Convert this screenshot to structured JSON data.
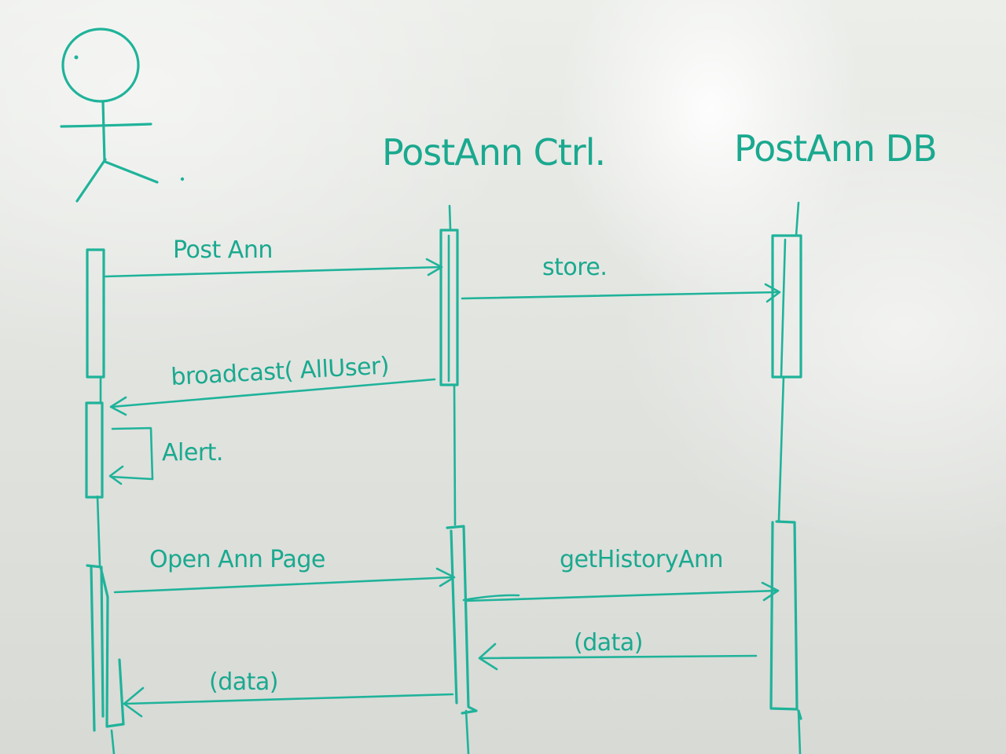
{
  "diagram": {
    "type": "uml-sequence-diagram",
    "colors": {
      "ink": "#1fb39a",
      "board": "#e6e8e4"
    },
    "participants": [
      {
        "id": "user",
        "label": "",
        "icon": "stick-figure-icon"
      },
      {
        "id": "ctrl",
        "label": "PostAnn Ctrl."
      },
      {
        "id": "db",
        "label": "PostAnn DB"
      }
    ],
    "messages": [
      {
        "id": "post-ann",
        "from": "user",
        "to": "ctrl",
        "label": "Post Ann"
      },
      {
        "id": "store",
        "from": "ctrl",
        "to": "db",
        "label": "store."
      },
      {
        "id": "broadcast",
        "from": "ctrl",
        "to": "user",
        "label": "broadcast( AllUser)"
      },
      {
        "id": "alert",
        "from": "user",
        "to": "user",
        "label": "Alert."
      },
      {
        "id": "open-ann-page",
        "from": "user",
        "to": "ctrl",
        "label": "Open Ann Page"
      },
      {
        "id": "get-history",
        "from": "ctrl",
        "to": "db",
        "label": "getHistoryAnn"
      },
      {
        "id": "return-data-db",
        "from": "db",
        "to": "ctrl",
        "label": "(data)"
      },
      {
        "id": "return-data-ctrl",
        "from": "ctrl",
        "to": "user",
        "label": "(data)"
      }
    ]
  }
}
